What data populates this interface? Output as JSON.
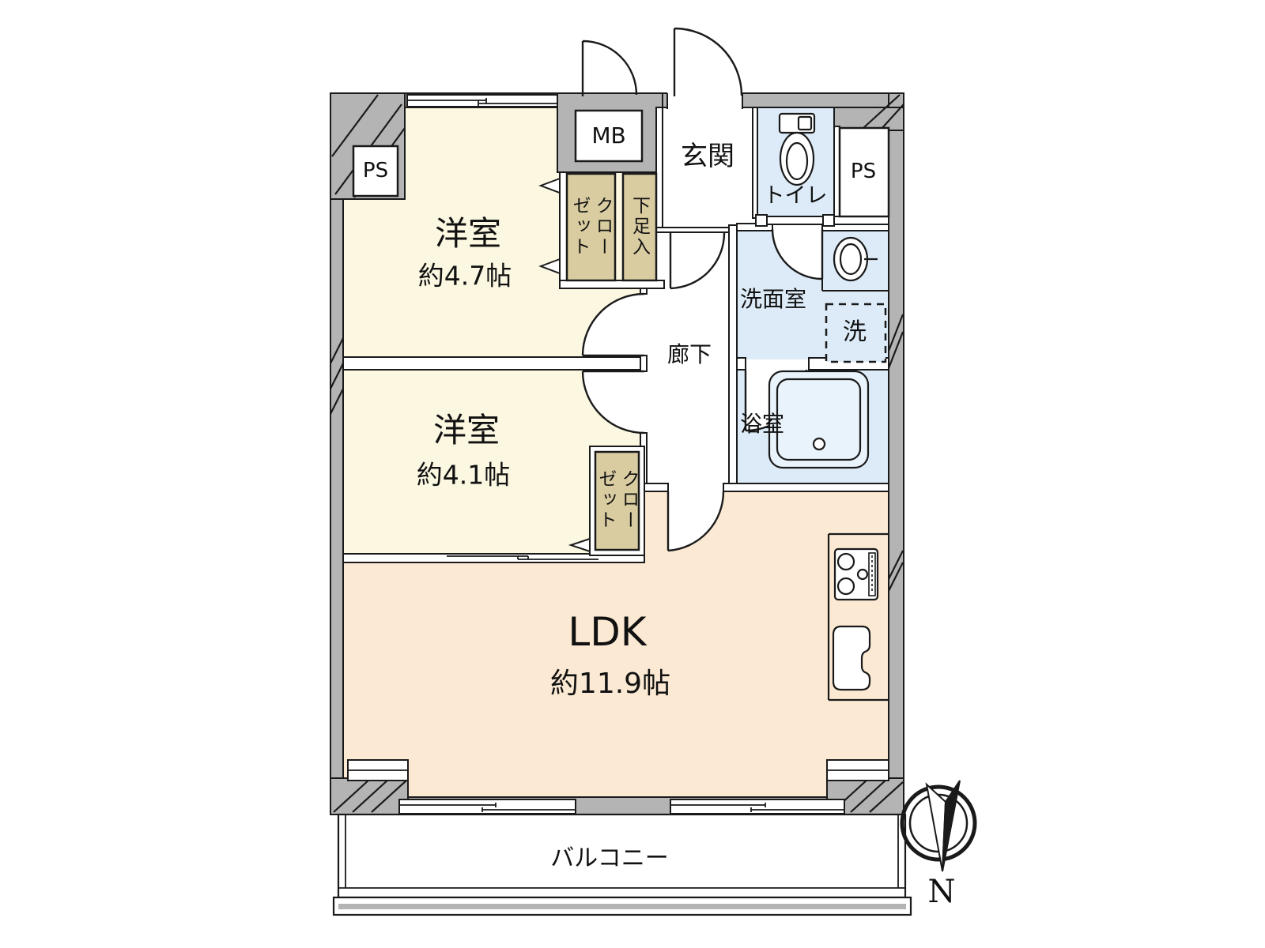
{
  "plan": {
    "rooms": {
      "bedroom1": {
        "name": "洋室",
        "size": "約4.7帖"
      },
      "bedroom2": {
        "name": "洋室",
        "size": "約4.1帖"
      },
      "ldk": {
        "name": "LDK",
        "size": "約11.9帖"
      },
      "entrance": {
        "name": "玄関"
      },
      "toilet": {
        "name": "トイレ"
      },
      "washroom": {
        "name": "洗面室"
      },
      "bathroom": {
        "name": "浴室"
      },
      "hallway": {
        "name": "廊下"
      },
      "balcony": {
        "name": "バルコニー"
      }
    },
    "storage": {
      "closet1": {
        "label": "クローゼット",
        "column_left": "ゼット",
        "column_right": "クロー"
      },
      "closet2": {
        "label": "クローゼット",
        "column_left": "ゼット",
        "column_right": "クロー"
      },
      "shoe_cabinet": {
        "label": "下足入"
      }
    },
    "service": {
      "meter_box": "MB",
      "pipe_space_top_left": "PS",
      "pipe_space_right": "PS",
      "washing_machine": "洗"
    },
    "compass": {
      "north_label": "N"
    },
    "colors": {
      "wall_gray": "#b4b4b4",
      "bedroom_cream": "#fbf7e1",
      "ldk_peach": "#fbe9d3",
      "wet_area_blue": "#dcebf7",
      "closet_tan": "#d9cca1",
      "outline": "#1a1a1a"
    }
  }
}
